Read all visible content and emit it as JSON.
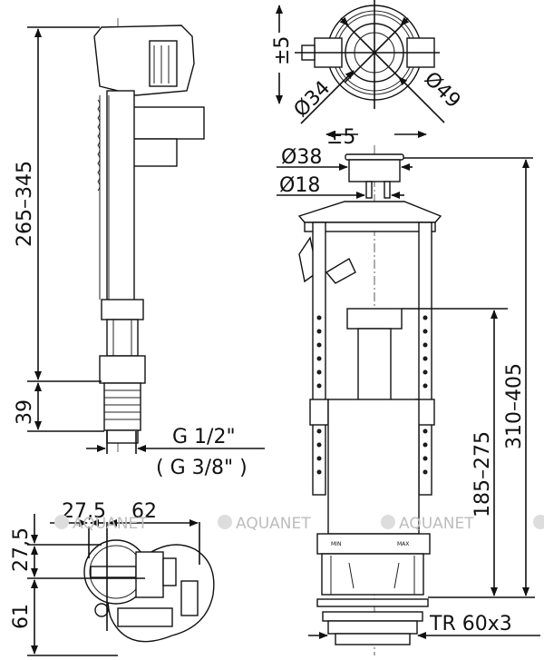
{
  "watermark": "AQUANET",
  "fill_valve": {
    "height_range": "265–345",
    "thread_height": "39",
    "thread_main": "G 1/2\"",
    "thread_alt": "( G 3/8\" )"
  },
  "top_view": {
    "tolerance": "±5",
    "inner_diameter": "Ø34",
    "outer_diameter": "Ø49"
  },
  "flush_valve": {
    "tolerance": "±5",
    "button_diameter": "Ø38",
    "rod_diameter": "Ø18",
    "float_height": "185–275",
    "total_height": "310–405",
    "thread": "TR 60x3",
    "scale_min": "MIN",
    "scale_max": "MAX"
  },
  "bottom_view": {
    "offset_x": "27,5",
    "width": "62",
    "offset_y": "27,5",
    "depth": "61"
  }
}
